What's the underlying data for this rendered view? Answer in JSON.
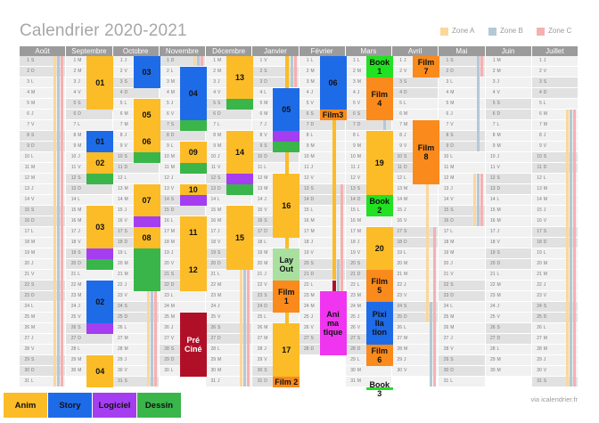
{
  "title": "Calendrier 2020-2021",
  "zones": [
    {
      "label": "Zone A",
      "color": "#fbd79a"
    },
    {
      "label": "Zone B",
      "color": "#b4c9d6"
    },
    {
      "label": "Zone C",
      "color": "#f7b0b0"
    }
  ],
  "footer": "via icalendrier.fr",
  "months": [
    {
      "name": "Août",
      "days": 31,
      "first_weekday": 5
    },
    {
      "name": "Septembre",
      "days": 30,
      "first_weekday": 1
    },
    {
      "name": "Octobre",
      "days": 31,
      "first_weekday": 3
    },
    {
      "name": "Novembre",
      "days": 30,
      "first_weekday": 6
    },
    {
      "name": "Décembre",
      "days": 31,
      "first_weekday": 1
    },
    {
      "name": "Janvier",
      "days": 31,
      "first_weekday": 4
    },
    {
      "name": "Février",
      "days": 28,
      "first_weekday": 0
    },
    {
      "name": "Mars",
      "days": 31,
      "first_weekday": 0
    },
    {
      "name": "Avril",
      "days": 30,
      "first_weekday": 3
    },
    {
      "name": "Mai",
      "days": 31,
      "first_weekday": 5
    },
    {
      "name": "Juin",
      "days": 30,
      "first_weekday": 1
    },
    {
      "name": "Juillet",
      "days": 31,
      "first_weekday": 3
    }
  ],
  "weekday_letters": [
    "L",
    "M",
    "M",
    "J",
    "V",
    "S",
    "D"
  ],
  "activity_colors": {
    "anim": "#fbbc27",
    "story": "#1e6be8",
    "logiciel": "#a43ef0",
    "dessin": "#3ab54a",
    "film": "#fa8a1c",
    "book": "#22e022",
    "preciné": "#b01027",
    "animatique": "#f035f0",
    "layout": "#a9e0a0"
  },
  "zone_bars": [
    {
      "month": 0,
      "zone": 0,
      "from": 1,
      "to": 31
    },
    {
      "month": 0,
      "zone": 1,
      "from": 1,
      "to": 31
    },
    {
      "month": 0,
      "zone": 2,
      "from": 1,
      "to": 31
    },
    {
      "month": 1,
      "zone": 0,
      "from": 1,
      "to": 1
    },
    {
      "month": 1,
      "zone": 1,
      "from": 1,
      "to": 1
    },
    {
      "month": 1,
      "zone": 2,
      "from": 1,
      "to": 1
    },
    {
      "month": 2,
      "zone": 0,
      "from": 17,
      "to": 31
    },
    {
      "month": 2,
      "zone": 1,
      "from": 17,
      "to": 31
    },
    {
      "month": 2,
      "zone": 2,
      "from": 17,
      "to": 31
    },
    {
      "month": 3,
      "zone": 0,
      "from": 1,
      "to": 1
    },
    {
      "month": 3,
      "zone": 1,
      "from": 1,
      "to": 1
    },
    {
      "month": 3,
      "zone": 2,
      "from": 1,
      "to": 1
    },
    {
      "month": 4,
      "zone": 0,
      "from": 19,
      "to": 31
    },
    {
      "month": 4,
      "zone": 1,
      "from": 19,
      "to": 31
    },
    {
      "month": 4,
      "zone": 2,
      "from": 19,
      "to": 31
    },
    {
      "month": 5,
      "zone": 0,
      "from": 1,
      "to": 3
    },
    {
      "month": 5,
      "zone": 1,
      "from": 1,
      "to": 3
    },
    {
      "month": 5,
      "zone": 2,
      "from": 1,
      "to": 3
    },
    {
      "month": 6,
      "zone": 0,
      "from": 6,
      "to": 21
    },
    {
      "month": 6,
      "zone": 1,
      "from": 20,
      "to": 28
    },
    {
      "month": 6,
      "zone": 2,
      "from": 13,
      "to": 28
    },
    {
      "month": 7,
      "zone": 1,
      "from": 1,
      "to": 7
    },
    {
      "month": 7,
      "zone": 2,
      "from": 1,
      "to": 1
    },
    {
      "month": 8,
      "zone": 0,
      "from": 10,
      "to": 25
    },
    {
      "month": 8,
      "zone": 1,
      "from": 24,
      "to": 31
    },
    {
      "month": 8,
      "zone": 2,
      "from": 17,
      "to": 31
    },
    {
      "month": 9,
      "zone": 1,
      "from": 1,
      "to": 9
    },
    {
      "month": 9,
      "zone": 2,
      "from": 1,
      "to": 2
    },
    {
      "month": 9,
      "zone": 0,
      "from": 12,
      "to": 16
    },
    {
      "month": 9,
      "zone": 1,
      "from": 12,
      "to": 16
    },
    {
      "month": 9,
      "zone": 2,
      "from": 12,
      "to": 16
    },
    {
      "month": 11,
      "zone": 0,
      "from": 6,
      "to": 31
    },
    {
      "month": 11,
      "zone": 1,
      "from": 6,
      "to": 31
    },
    {
      "month": 11,
      "zone": 2,
      "from": 6,
      "to": 31
    }
  ],
  "blocks": [
    {
      "month": 1,
      "from": 1,
      "to": 5,
      "type": "anim",
      "label": "01"
    },
    {
      "month": 1,
      "from": 8,
      "to": 9,
      "type": "story",
      "label": "01"
    },
    {
      "month": 1,
      "from": 10,
      "to": 11,
      "type": "anim",
      "label": "02"
    },
    {
      "month": 1,
      "from": 12,
      "to": 12,
      "type": "dessin",
      "label": ""
    },
    {
      "month": 1,
      "from": 15,
      "to": 18,
      "type": "anim",
      "label": "03"
    },
    {
      "month": 1,
      "from": 19,
      "to": 19,
      "type": "logiciel",
      "label": ""
    },
    {
      "month": 1,
      "from": 20,
      "to": 20,
      "type": "dessin",
      "label": ""
    },
    {
      "month": 1,
      "from": 22,
      "to": 25,
      "type": "story",
      "label": "02"
    },
    {
      "month": 1,
      "from": 26,
      "to": 26,
      "type": "logiciel",
      "label": ""
    },
    {
      "month": 1,
      "from": 29,
      "to": 31,
      "type": "anim",
      "label": "04"
    },
    {
      "month": 2,
      "from": 1,
      "to": 3,
      "type": "story",
      "label": "03"
    },
    {
      "month": 2,
      "from": 5,
      "to": 7,
      "type": "anim",
      "label": "05"
    },
    {
      "month": 2,
      "from": 8,
      "to": 9,
      "type": "anim",
      "label": "06"
    },
    {
      "month": 2,
      "from": 10,
      "to": 10,
      "type": "dessin",
      "label": ""
    },
    {
      "month": 2,
      "from": 13,
      "to": 15,
      "type": "anim",
      "label": "07"
    },
    {
      "month": 2,
      "from": 16,
      "to": 16,
      "type": "logiciel",
      "label": ""
    },
    {
      "month": 2,
      "from": 17,
      "to": 18,
      "type": "anim",
      "label": "08"
    },
    {
      "month": 2,
      "from": 19,
      "to": 22,
      "type": "dessin",
      "label": ""
    },
    {
      "month": 3,
      "from": 2,
      "to": 6,
      "type": "story",
      "label": "04"
    },
    {
      "month": 3,
      "from": 7,
      "to": 7,
      "type": "dessin",
      "label": ""
    },
    {
      "month": 3,
      "from": 9,
      "to": 10,
      "type": "anim",
      "label": "09"
    },
    {
      "month": 3,
      "from": 11,
      "to": 11,
      "type": "dessin",
      "label": ""
    },
    {
      "month": 3,
      "from": 13,
      "to": 13,
      "type": "anim",
      "label": "10"
    },
    {
      "month": 3,
      "from": 14,
      "to": 14,
      "type": "logiciel",
      "label": ""
    },
    {
      "month": 3,
      "from": 16,
      "to": 18,
      "type": "anim",
      "label": "11"
    },
    {
      "month": 3,
      "from": 19,
      "to": 22,
      "type": "anim",
      "label": "12"
    },
    {
      "month": 3,
      "from": 25,
      "to": 30,
      "type": "preciné",
      "label": "Pré\nCiné"
    },
    {
      "month": 4,
      "from": 1,
      "to": 4,
      "type": "anim",
      "label": "13"
    },
    {
      "month": 4,
      "from": 5,
      "to": 5,
      "type": "dessin",
      "label": ""
    },
    {
      "month": 4,
      "from": 8,
      "to": 11,
      "type": "anim",
      "label": "14"
    },
    {
      "month": 4,
      "from": 12,
      "to": 12,
      "type": "logiciel",
      "label": ""
    },
    {
      "month": 4,
      "from": 13,
      "to": 13,
      "type": "dessin",
      "label": ""
    },
    {
      "month": 4,
      "from": 15,
      "to": 20,
      "type": "anim",
      "label": "15"
    },
    {
      "month": 5,
      "from": 4,
      "to": 7,
      "type": "story",
      "label": "05"
    },
    {
      "month": 5,
      "from": 8,
      "to": 8,
      "type": "logiciel",
      "label": ""
    },
    {
      "month": 5,
      "from": 9,
      "to": 9,
      "type": "dessin",
      "label": ""
    },
    {
      "month": 5,
      "from": 12,
      "to": 17,
      "type": "anim",
      "label": "16"
    },
    {
      "month": 5,
      "from": 19,
      "to": 21,
      "type": "layout",
      "label": "Lay\nOut"
    },
    {
      "month": 5,
      "from": 22,
      "to": 24,
      "type": "film",
      "label": "Film\n1"
    },
    {
      "month": 5,
      "from": 26,
      "to": 30,
      "type": "anim",
      "label": "17"
    },
    {
      "month": 5,
      "from": 31,
      "to": 31,
      "type": "film",
      "label": "Film 2"
    },
    {
      "month": 6,
      "from": 1,
      "to": 5,
      "type": "story",
      "label": "06"
    },
    {
      "month": 6,
      "from": 6,
      "to": 6,
      "type": "film",
      "label": "Film3"
    },
    {
      "month": 6,
      "from": 23,
      "to": 28,
      "type": "animatique",
      "label": "Ani\nma\ntique"
    },
    {
      "month": 7,
      "from": 1,
      "to": 2,
      "type": "book",
      "label": "Book\n1"
    },
    {
      "month": 7,
      "from": 3,
      "to": 6,
      "type": "film",
      "label": "Film\n4"
    },
    {
      "month": 7,
      "from": 8,
      "to": 13,
      "type": "anim",
      "label": "19"
    },
    {
      "month": 7,
      "from": 14,
      "to": 15,
      "type": "book",
      "label": "Book\n2"
    },
    {
      "month": 7,
      "from": 17,
      "to": 20,
      "type": "anim",
      "label": "20"
    },
    {
      "month": 7,
      "from": 21,
      "to": 23,
      "type": "film",
      "label": "Film\n5"
    },
    {
      "month": 7,
      "from": 24,
      "to": 27,
      "type": "story",
      "label": "Pixi\nlla\ntion"
    },
    {
      "month": 7,
      "from": 28,
      "to": 29,
      "type": "film",
      "label": "Film\n6"
    },
    {
      "month": 7,
      "from": 32,
      "to": 35,
      "type": "book",
      "label": "Book\n3"
    },
    {
      "month": 8,
      "from": 1,
      "to": 2,
      "type": "film",
      "label": "Film\n7"
    },
    {
      "month": 8,
      "from": 7,
      "to": 12,
      "type": "film",
      "label": "Film\n8"
    }
  ],
  "thin_strips": [
    {
      "month": 6,
      "offset": 12,
      "from": 7,
      "to": 21,
      "type": "anim"
    },
    {
      "month": 6,
      "offset": 12,
      "from": 22,
      "to": 28,
      "type": "preciné"
    },
    {
      "month": 5,
      "offset": 12,
      "from": 1,
      "to": 31,
      "type": "anim"
    }
  ],
  "legend_items": [
    {
      "label": "Anim",
      "type": "anim"
    },
    {
      "label": "Story",
      "type": "story"
    },
    {
      "label": "Logiciel",
      "type": "logiciel"
    },
    {
      "label": "Dessin",
      "type": "dessin"
    }
  ]
}
